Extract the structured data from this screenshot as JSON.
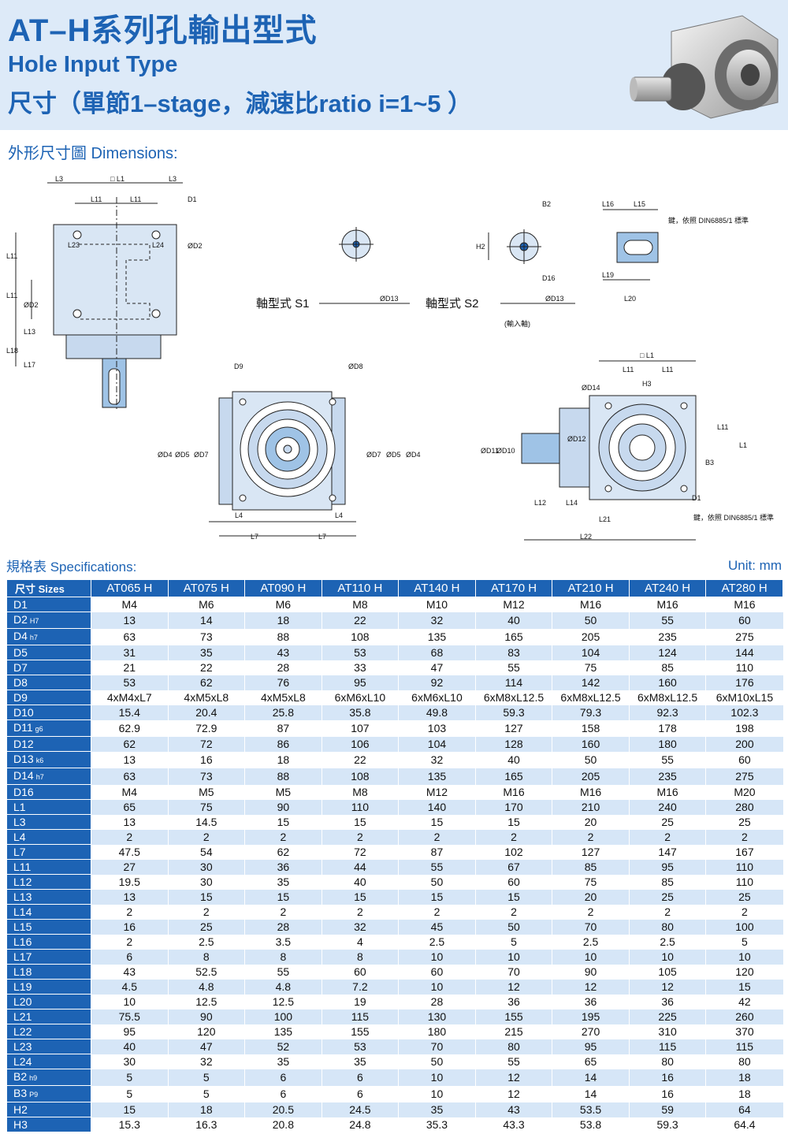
{
  "header": {
    "title": "AT–H系列孔輸出型式",
    "subtitle": "Hole Input Type",
    "subtitle2": "尺寸（單節1–stage，減速比ratio i=1~5 ）"
  },
  "sections": {
    "dimensions": "外形尺寸圖 Dimensions:",
    "specifications": "規格表 Specifications:",
    "unit": "Unit: mm"
  },
  "drawing": {
    "shaft_s1": "軸型式 S1",
    "shaft_s2": "軸型式 S2",
    "input_shaft": "(輸入軸)",
    "key_note": "鍵，依照 DIN6885/1 標準",
    "labels": {
      "L1": "L1",
      "L1box": "□ L1",
      "L3": "L3",
      "L11": "L11",
      "D1": "D1",
      "D2": "ØD2",
      "L23": "L23",
      "L24": "L24",
      "L13": "L13",
      "L18": "L18",
      "L17": "L17",
      "D13": "ØD13",
      "B2": "B2",
      "H2": "H2",
      "D16": "D16",
      "L16": "L16",
      "L15": "L15",
      "L19": "L19",
      "L20": "L20",
      "D9": "D9",
      "D8": "ØD8",
      "D4": "ØD4",
      "D5": "ØD5",
      "D7": "ØD7",
      "L4": "L4",
      "L7": "L7",
      "D14": "ØD14",
      "H3": "H3",
      "D11": "ØD11",
      "D10": "ØD10",
      "D12": "ØD12",
      "B3": "B3",
      "L12": "L12",
      "L14": "L14",
      "L21": "L21",
      "L22": "L22"
    }
  },
  "table": {
    "corner": "尺寸 Sizes",
    "models": [
      "AT065 H",
      "AT075 H",
      "AT090 H",
      "AT110 H",
      "AT140 H",
      "AT170 H",
      "AT210 H",
      "AT240 H",
      "AT280 H"
    ],
    "rows": [
      {
        "name": "D1",
        "sub": "",
        "values": [
          "M4",
          "M6",
          "M6",
          "M8",
          "M10",
          "M12",
          "M16",
          "M16",
          "M16"
        ]
      },
      {
        "name": "D2",
        "sub": "H7",
        "values": [
          "13",
          "14",
          "18",
          "22",
          "32",
          "40",
          "50",
          "55",
          "60"
        ]
      },
      {
        "name": "D4",
        "sub": "h7",
        "values": [
          "63",
          "73",
          "88",
          "108",
          "135",
          "165",
          "205",
          "235",
          "275"
        ]
      },
      {
        "name": "D5",
        "sub": "",
        "values": [
          "31",
          "35",
          "43",
          "53",
          "68",
          "83",
          "104",
          "124",
          "144"
        ]
      },
      {
        "name": "D7",
        "sub": "",
        "values": [
          "21",
          "22",
          "28",
          "33",
          "47",
          "55",
          "75",
          "85",
          "110"
        ]
      },
      {
        "name": "D8",
        "sub": "",
        "values": [
          "53",
          "62",
          "76",
          "95",
          "92",
          "114",
          "142",
          "160",
          "176"
        ]
      },
      {
        "name": "D9",
        "sub": "",
        "values": [
          "4xM4xL7",
          "4xM5xL8",
          "4xM5xL8",
          "6xM6xL10",
          "6xM6xL10",
          "6xM8xL12.5",
          "6xM8xL12.5",
          "6xM8xL12.5",
          "6xM10xL15"
        ]
      },
      {
        "name": "D10",
        "sub": "",
        "values": [
          "15.4",
          "20.4",
          "25.8",
          "35.8",
          "49.8",
          "59.3",
          "79.3",
          "92.3",
          "102.3"
        ]
      },
      {
        "name": "D11",
        "sub": "g6",
        "values": [
          "62.9",
          "72.9",
          "87",
          "107",
          "103",
          "127",
          "158",
          "178",
          "198"
        ]
      },
      {
        "name": "D12",
        "sub": "",
        "values": [
          "62",
          "72",
          "86",
          "106",
          "104",
          "128",
          "160",
          "180",
          "200"
        ]
      },
      {
        "name": "D13",
        "sub": "k6",
        "values": [
          "13",
          "16",
          "18",
          "22",
          "32",
          "40",
          "50",
          "55",
          "60"
        ]
      },
      {
        "name": "D14",
        "sub": "h7",
        "values": [
          "63",
          "73",
          "88",
          "108",
          "135",
          "165",
          "205",
          "235",
          "275"
        ]
      },
      {
        "name": "D16",
        "sub": "",
        "values": [
          "M4",
          "M5",
          "M5",
          "M8",
          "M12",
          "M16",
          "M16",
          "M16",
          "M20"
        ]
      },
      {
        "name": "L1",
        "sub": "",
        "values": [
          "65",
          "75",
          "90",
          "110",
          "140",
          "170",
          "210",
          "240",
          "280"
        ]
      },
      {
        "name": "L3",
        "sub": "",
        "values": [
          "13",
          "14.5",
          "15",
          "15",
          "15",
          "15",
          "20",
          "25",
          "25"
        ]
      },
      {
        "name": "L4",
        "sub": "",
        "values": [
          "2",
          "2",
          "2",
          "2",
          "2",
          "2",
          "2",
          "2",
          "2"
        ]
      },
      {
        "name": "L7",
        "sub": "",
        "values": [
          "47.5",
          "54",
          "62",
          "72",
          "87",
          "102",
          "127",
          "147",
          "167"
        ]
      },
      {
        "name": "L11",
        "sub": "",
        "values": [
          "27",
          "30",
          "36",
          "44",
          "55",
          "67",
          "85",
          "95",
          "110"
        ]
      },
      {
        "name": "L12",
        "sub": "",
        "values": [
          "19.5",
          "30",
          "35",
          "40",
          "50",
          "60",
          "75",
          "85",
          "110"
        ]
      },
      {
        "name": "L13",
        "sub": "",
        "values": [
          "13",
          "15",
          "15",
          "15",
          "15",
          "15",
          "20",
          "25",
          "25"
        ]
      },
      {
        "name": "L14",
        "sub": "",
        "values": [
          "2",
          "2",
          "2",
          "2",
          "2",
          "2",
          "2",
          "2",
          "2"
        ]
      },
      {
        "name": "L15",
        "sub": "",
        "values": [
          "16",
          "25",
          "28",
          "32",
          "45",
          "50",
          "70",
          "80",
          "100"
        ]
      },
      {
        "name": "L16",
        "sub": "",
        "values": [
          "2",
          "2.5",
          "3.5",
          "4",
          "2.5",
          "5",
          "2.5",
          "2.5",
          "5"
        ]
      },
      {
        "name": "L17",
        "sub": "",
        "values": [
          "6",
          "8",
          "8",
          "8",
          "10",
          "10",
          "10",
          "10",
          "10"
        ]
      },
      {
        "name": "L18",
        "sub": "",
        "values": [
          "43",
          "52.5",
          "55",
          "60",
          "60",
          "70",
          "90",
          "105",
          "120"
        ]
      },
      {
        "name": "L19",
        "sub": "",
        "values": [
          "4.5",
          "4.8",
          "4.8",
          "7.2",
          "10",
          "12",
          "12",
          "12",
          "15"
        ]
      },
      {
        "name": "L20",
        "sub": "",
        "values": [
          "10",
          "12.5",
          "12.5",
          "19",
          "28",
          "36",
          "36",
          "36",
          "42"
        ]
      },
      {
        "name": "L21",
        "sub": "",
        "values": [
          "75.5",
          "90",
          "100",
          "115",
          "130",
          "155",
          "195",
          "225",
          "260"
        ]
      },
      {
        "name": "L22",
        "sub": "",
        "values": [
          "95",
          "120",
          "135",
          "155",
          "180",
          "215",
          "270",
          "310",
          "370"
        ]
      },
      {
        "name": "L23",
        "sub": "",
        "values": [
          "40",
          "47",
          "52",
          "53",
          "70",
          "80",
          "95",
          "115",
          "115"
        ]
      },
      {
        "name": "L24",
        "sub": "",
        "values": [
          "30",
          "32",
          "35",
          "35",
          "50",
          "55",
          "65",
          "80",
          "80"
        ]
      },
      {
        "name": "B2",
        "sub": "h9",
        "values": [
          "5",
          "5",
          "6",
          "6",
          "10",
          "12",
          "14",
          "16",
          "18"
        ]
      },
      {
        "name": "B3",
        "sub": "P9",
        "values": [
          "5",
          "5",
          "6",
          "6",
          "10",
          "12",
          "14",
          "16",
          "18"
        ]
      },
      {
        "name": "H2",
        "sub": "",
        "values": [
          "15",
          "18",
          "20.5",
          "24.5",
          "35",
          "43",
          "53.5",
          "59",
          "64"
        ]
      },
      {
        "name": "H3",
        "sub": "",
        "values": [
          "15.3",
          "16.3",
          "20.8",
          "24.8",
          "35.3",
          "43.3",
          "53.8",
          "59.3",
          "64.4"
        ]
      }
    ]
  }
}
